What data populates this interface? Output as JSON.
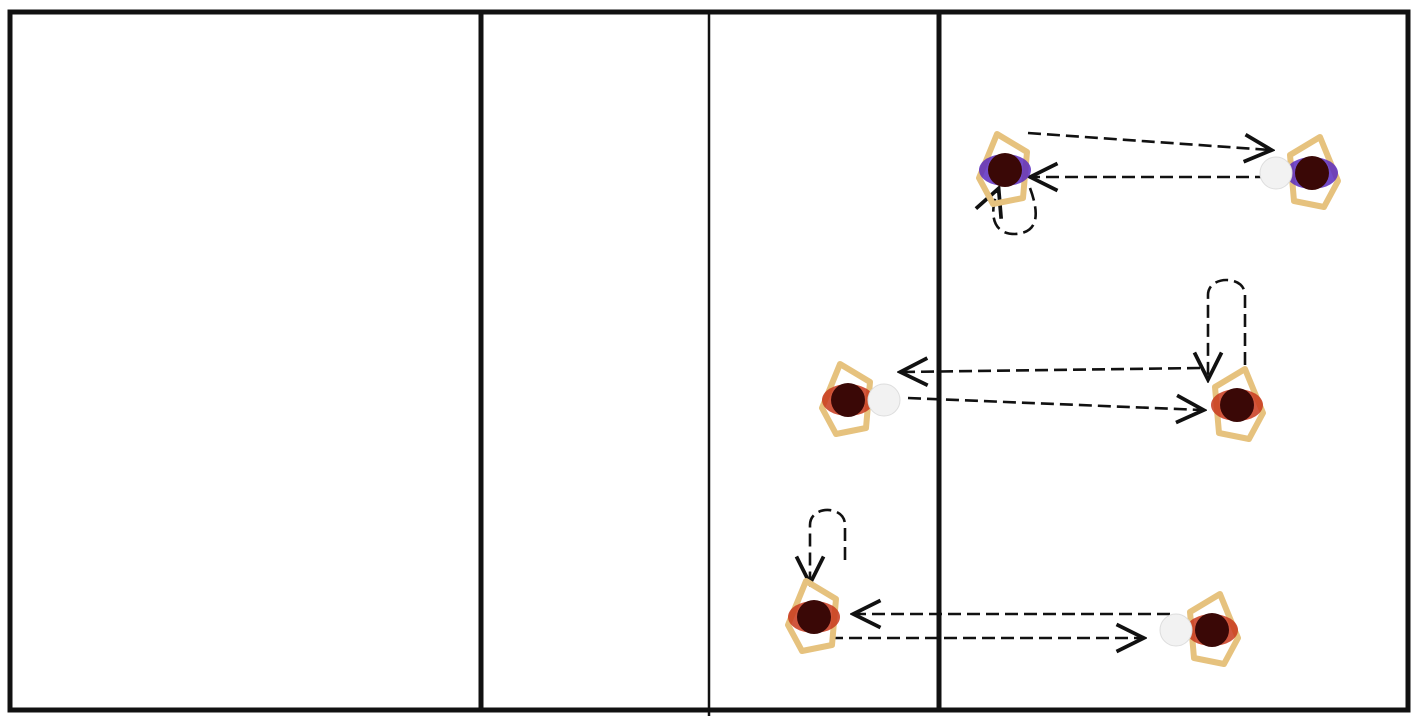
{
  "diagram": {
    "type": "volleyball-drill-court",
    "colors": {
      "court_line": "#111111",
      "background": "#ffffff",
      "path": "#111111",
      "player_head": "#3a0806",
      "player_outline": "#e6c27e",
      "ball": "#f2f2f2"
    },
    "players": [
      {
        "id": "p1",
        "team_accent": "#5b2bbf",
        "facing": "right",
        "has_ball": false
      },
      {
        "id": "p2",
        "team_accent": "#5b2bbf",
        "facing": "left",
        "has_ball": true
      },
      {
        "id": "p3",
        "team_accent": "#c8381c",
        "facing": "right",
        "has_ball": true
      },
      {
        "id": "p4",
        "team_accent": "#c8381c",
        "facing": "left",
        "has_ball": false
      },
      {
        "id": "p5",
        "team_accent": "#c8381c",
        "facing": "right",
        "has_ball": false
      },
      {
        "id": "p6",
        "team_accent": "#c8381c",
        "facing": "left",
        "has_ball": true
      }
    ],
    "paths": [
      {
        "id": "pass-1-to-2",
        "from": "p1",
        "to": "p2",
        "kind": "pass"
      },
      {
        "id": "pass-2-to-1",
        "from": "p2",
        "to": "p1",
        "kind": "pass"
      },
      {
        "id": "move-1-loop",
        "from": "p1",
        "to": "p1",
        "kind": "run-loop"
      },
      {
        "id": "pass-4-to-3",
        "from": "p4",
        "to": "p3",
        "kind": "pass"
      },
      {
        "id": "pass-3-to-4",
        "from": "p3",
        "to": "p4",
        "kind": "pass"
      },
      {
        "id": "move-4-loop",
        "from": "p4",
        "to": "p4",
        "kind": "run-loop"
      },
      {
        "id": "pass-6-to-5",
        "from": "p6",
        "to": "p5",
        "kind": "pass"
      },
      {
        "id": "pass-5-to-6",
        "from": "p5",
        "to": "p6",
        "kind": "pass"
      },
      {
        "id": "move-5-loop",
        "from": "p5",
        "to": "p5",
        "kind": "run-loop"
      }
    ]
  }
}
